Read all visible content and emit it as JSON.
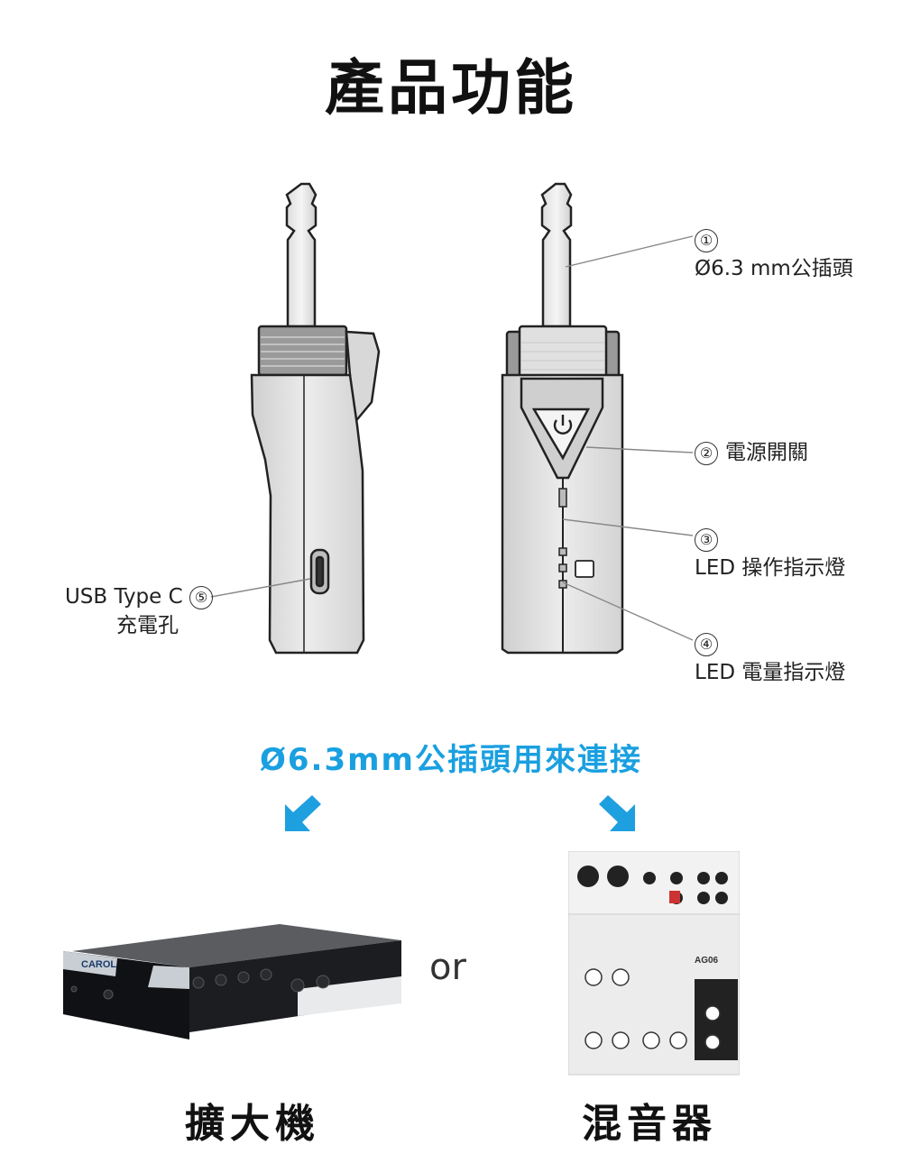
{
  "title": "產品功能",
  "callouts": {
    "c1": {
      "num": "①",
      "label": "Ø6.3 mm公插頭"
    },
    "c2": {
      "num": "②",
      "label": "電源開關"
    },
    "c3": {
      "num": "③",
      "label": "LED 操作指示燈"
    },
    "c4": {
      "num": "④",
      "label": "LED 電量指示燈"
    },
    "c5": {
      "num": "⑤",
      "line1": "USB Type C",
      "line2": "充電孔"
    }
  },
  "connect_heading": "Ø6.3mm公插頭用來連接",
  "or_label": "or",
  "amplifier": {
    "brand": "CAROL",
    "caption": "擴大機"
  },
  "mixer": {
    "model": "AG06",
    "caption": "混音器"
  },
  "icons": [
    "power-icon",
    "arrow-down-left-icon",
    "arrow-down-right-icon"
  ],
  "colors": {
    "accent": "#1aa0e0",
    "arrow": "#1e9fe0"
  }
}
